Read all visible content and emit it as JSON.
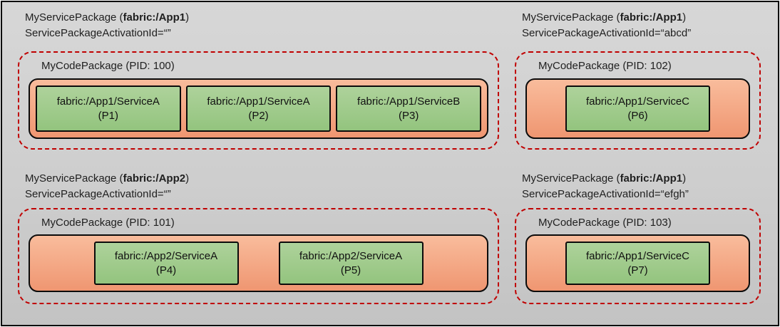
{
  "colors": {
    "dashed": "#C00000",
    "border": "#000000",
    "text": "#1F1F1F",
    "bg-top": "#D7D7D7",
    "bg-bottom": "#C3C3C3",
    "orange-top": "#F9BC9C",
    "orange-bottom": "#EF9671",
    "green-top": "#AED29B",
    "green-bottom": "#93C47E"
  },
  "packages": [
    {
      "title_prefix": "MyServicePackage (",
      "title_app": "fabric:/App1",
      "title_suffix": ")",
      "activation": "ServicePackageActivationId=“”",
      "code_package": "MyCodePackage (PID: 100)",
      "services": [
        {
          "name": "fabric:/App1/ServiceA",
          "pid": "(P1)"
        },
        {
          "name": "fabric:/App1/ServiceA",
          "pid": "(P2)"
        },
        {
          "name": "fabric:/App1/ServiceB",
          "pid": "(P3)"
        }
      ]
    },
    {
      "title_prefix": "MyServicePackage (",
      "title_app": "fabric:/App1",
      "title_suffix": ")",
      "activation": "ServicePackageActivationId=“abcd”",
      "code_package": "MyCodePackage (PID: 102)",
      "services": [
        {
          "name": "fabric:/App1/ServiceC",
          "pid": "(P6)"
        }
      ]
    },
    {
      "title_prefix": "MyServicePackage (",
      "title_app": "fabric:/App2",
      "title_suffix": ")",
      "activation": "ServicePackageActivationId=“”",
      "code_package": "MyCodePackage (PID: 101)",
      "services": [
        {
          "name": "fabric:/App2/ServiceA",
          "pid": "(P4)"
        },
        {
          "name": "fabric:/App2/ServiceA",
          "pid": "(P5)"
        }
      ]
    },
    {
      "title_prefix": "MyServicePackage (",
      "title_app": "fabric:/App1",
      "title_suffix": ")",
      "activation": "ServicePackageActivationId=“efgh”",
      "code_package": "MyCodePackage (PID: 103)",
      "services": [
        {
          "name": "fabric:/App1/ServiceC",
          "pid": "(P7)"
        }
      ]
    }
  ]
}
